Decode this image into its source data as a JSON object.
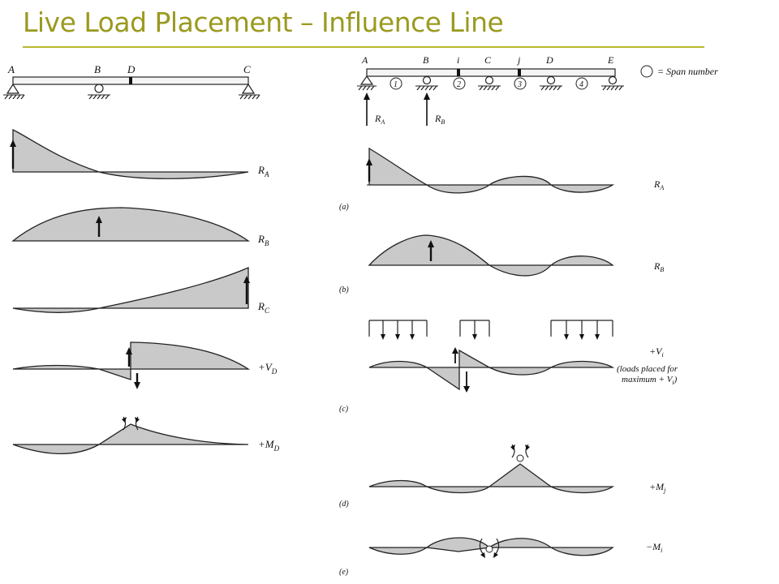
{
  "title": "Live Load Placement – Influence Line",
  "left_beam": {
    "points": [
      "A",
      "B",
      "D",
      "C"
    ]
  },
  "left_lines": [
    "R",
    "R",
    "R",
    "+V",
    "+M"
  ],
  "left_subscripts": [
    "A",
    "B",
    "C",
    "D",
    "D"
  ],
  "right_beam": {
    "points": [
      "A",
      "B",
      "i",
      "C",
      "j",
      "D",
      "E"
    ],
    "spans": [
      "1",
      "2",
      "3",
      "4"
    ],
    "legend": "= Span number",
    "reactions": [
      "R",
      "R"
    ],
    "reaction_subs": [
      "A",
      "B"
    ]
  },
  "right_lines": [
    "R",
    "R",
    "+V",
    "+M",
    "−M"
  ],
  "right_subscripts": [
    "A",
    "B",
    "i",
    "j",
    "i"
  ],
  "right_captions": [
    "(a)",
    "(b)",
    "(c)",
    "(d)",
    "(e)"
  ],
  "note_c": [
    "(loads placed for",
    "maximum + V"
  ],
  "note_c_sub": "i",
  "note_c_end": ")",
  "colors": {
    "title": "#9a9a20",
    "fill": "#c9c9c9",
    "line": "#222222"
  }
}
